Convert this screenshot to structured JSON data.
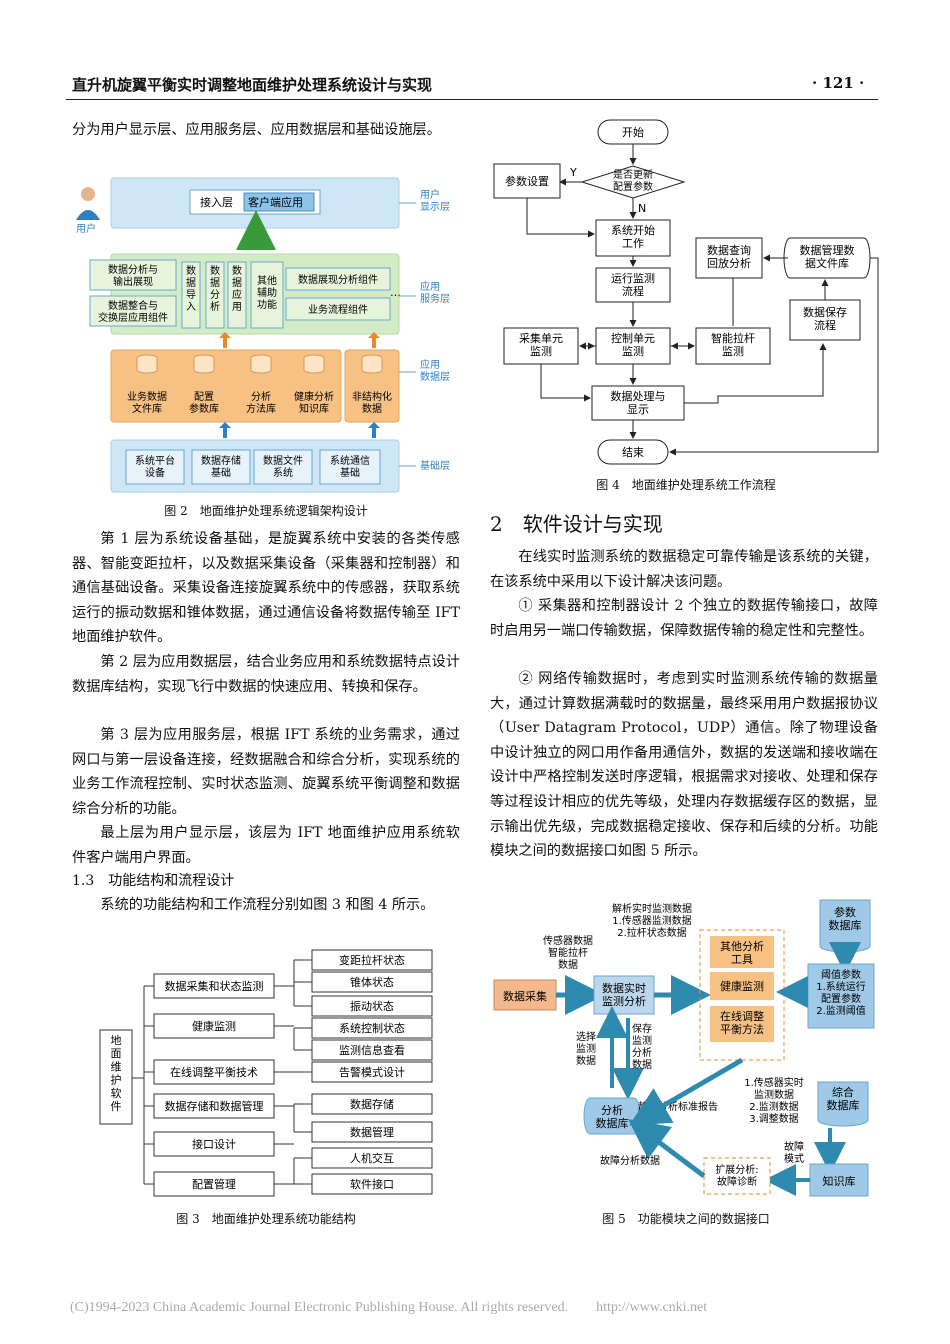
{
  "header": {
    "title": "直升机旋翼平衡实时调整地面维护处理系统设计与实现",
    "page": "· 121 ·"
  },
  "left_col": {
    "p0": "分为用户显示层、应用服务层、应用数据层和基础设施层。",
    "p1": "第 1 层为系统设备基础，是旋翼系统中安装的各类传感器、智能变距拉杆，以及数据采集设备（采集器和控制器）和通信基础设备。采集设备连接旋翼系统中的传感器，获取系统运行的振动数据和锥体数据，通过通信设备将数据传输至 IFT 地面维护软件。",
    "p2": "第 2 层为应用数据层，结合业务应用和系统数据特点设计数据库结构，实现飞行中数据的快速应用、转换和保存。",
    "p3": "第 3 层为应用服务层，根据 IFT 系统的业务需求，通过网口与第一层设备连接，经数据融合和综合分析，实现系统的业务工作流程控制、实时状态监测、旋翼系统平衡调整和数据综合分析的功能。",
    "p4": "最上层为用户显示层，该层为 IFT 地面维护应用系统软件客户端用户界面。",
    "sub": "1.3　功能结构和流程设计",
    "p5": "系统的功能结构和工作流程分别如图 3 和图 4 所示。"
  },
  "right_col": {
    "sec": "2　软件设计与实现",
    "p1": "在线实时监测系统的数据稳定可靠传输是该系统的关键，在该系统中采用以下设计解决该问题。",
    "p2": "① 采集器和控制器设计 2 个独立的数据传输接口，故障时启用另一端口传输数据，保障数据传输的稳定性和完整性。",
    "p3": "② 网络传输数据时，考虑到实时监测系统传输的数据量大，通过计算数据满载时的数据量，最终采用用户数据报协议（User Datagram Protocol，UDP）通信。除了物理设备中设计独立的网口用作备用通信外，数据的发送端和接收端在设计中严格控制发送时序逻辑，根据需求对接收、处理和保存等过程设计相应的优先等级，处理内存数据缓存区的数据，显示输出优先级，完成数据稳定接收、保存和后续的分析。功能模块之间的数据接口如图 5 所示。"
  },
  "captions": {
    "fig2": "图 2　地面维护处理系统逻辑架构设计",
    "fig3": "图 3　地面维护处理系统功能结构",
    "fig4": "图 4　地面维护处理系统工作流程",
    "fig5": "图 5　功能模块之间的数据接口"
  },
  "fig2": {
    "user": "用户",
    "access": "接入层",
    "client": "客户端应用",
    "layer_user": "用户\n显示层",
    "layer_service": "应用\n服务层",
    "layer_data": "应用\n数据层",
    "layer_base": "基础层",
    "svc1": "数据分析与\n输出展现",
    "svc2": "数据整合与\n交换层应用组件",
    "svc3": "数\n据\n导\n入",
    "svc4": "数\n据\n分\n析",
    "svc5": "数\n据\n应\n用",
    "svc6": "其他\n辅助\n功能",
    "svc7": "数据展现分析组件",
    "svc8": "业务流程组件",
    "ellipsis": "…",
    "db1": "业务数据\n文件库",
    "db2": "配置\n参数库",
    "db3": "分析\n方法库",
    "db4": "健康分析\n知识库",
    "db5": "非结构化\n数据",
    "base1": "系统平台\n设备",
    "base2": "数据存储\n基础",
    "base3": "数据文件\n系统",
    "base4": "系统通信\n基础",
    "colors": {
      "blue_bg": "#cfe6f6",
      "green_bg": "#d3ecc5",
      "orange_bg": "#f7c184",
      "box_border": "#6aa7cf"
    }
  },
  "fig3": {
    "root": "地\n面\n维\n护\n软\n件",
    "mid": [
      "数据采集和状态监测",
      "健康监测",
      "在线调整平衡技术",
      "数据存储和数据管理",
      "接口设计",
      "配置管理"
    ],
    "leaf": [
      "变距拉杆状态",
      "锥体状态",
      "振动状态",
      "系统控制状态",
      "监测信息查看",
      "告警模式设计",
      "数据存储",
      "数据管理",
      "人机交互",
      "软件接口"
    ]
  },
  "fig4": {
    "start": "开始",
    "decision": "是否更新\n配置参数",
    "y": "Y",
    "n": "N",
    "param": "参数设置",
    "sys_start": "系统开始\n工作",
    "run_monitor": "运行监测\n流程",
    "collect": "采集单元\n监测",
    "control": "控制单元\n监测",
    "smart_rod": "智能拉杆\n监测",
    "process": "数据处理与\n显示",
    "end": "结束",
    "query": "数据查询\n回放分析",
    "db_file": "数据管理数\n据文件库",
    "save": "数据保存\n流程"
  },
  "fig5": {
    "collect": "数据采集",
    "sensor_label": "传感器数据\n智能拉杆\n数据",
    "parse_label": "解析实时监测数据\n1.传感器监测数据\n2.拉杆状态数据",
    "realtime": "数据实时\n监测分析",
    "other_tools": "其他分析\n工具",
    "health": "健康监测",
    "online": "在线调整\n平衡方法",
    "param_db": "参数\n数据库",
    "threshold": "阈值参数\n1.系统运行\n配置参数\n2.监测阈值",
    "select_label": "选择\n监测\n数据",
    "save_label": "保存\n监测\n分析\n数据",
    "trend": "趋势分析标准报告",
    "analysis_db": "分析\n数据库",
    "sensor_rt": "1.传感器实时\n监测数据\n2.监测数据\n3.调整数据",
    "composite_db": "综合\n数据库",
    "fault_data": "故障分析数据",
    "fault_mode": "故障\n模式",
    "extend": "扩展分析:\n故障诊断",
    "knowledge": "知识库"
  },
  "footer": "(C)1994-2023 China Academic Journal Electronic Publishing House. All rights reserved.　　http://www.cnki.net"
}
